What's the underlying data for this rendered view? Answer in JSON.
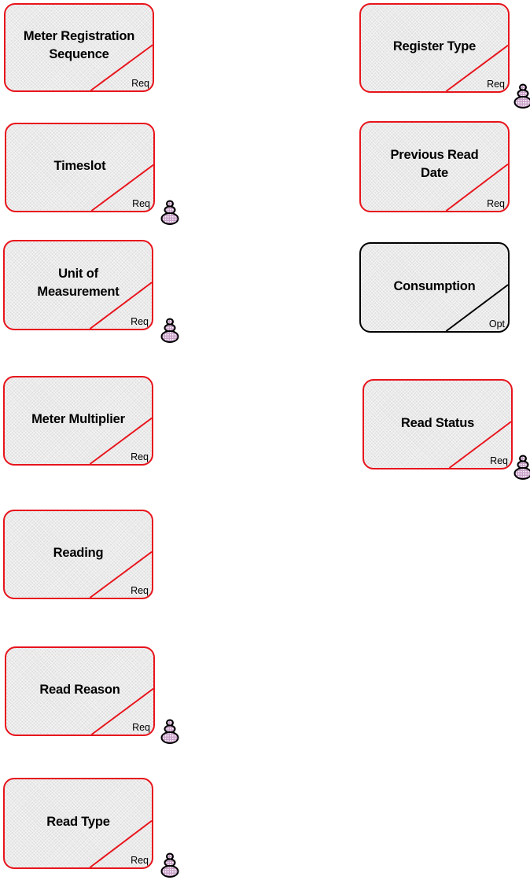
{
  "entities": [
    {
      "id": "meter-registration-sequence",
      "name": "Meter Registration\nSequence",
      "tag": "Req",
      "status": "required",
      "key": false
    },
    {
      "id": "timeslot",
      "name": "Timeslot",
      "tag": "Req",
      "status": "required",
      "key": true
    },
    {
      "id": "unit-of-measurement",
      "name": "Unit of\nMeasurement",
      "tag": "Req",
      "status": "required",
      "key": true
    },
    {
      "id": "meter-multiplier",
      "name": "Meter Multiplier",
      "tag": "Req",
      "status": "required",
      "key": false
    },
    {
      "id": "reading",
      "name": "Reading",
      "tag": "Req",
      "status": "required",
      "key": false
    },
    {
      "id": "read-reason",
      "name": "Read Reason",
      "tag": "Req",
      "status": "required",
      "key": true
    },
    {
      "id": "read-type",
      "name": "Read Type",
      "tag": "Req",
      "status": "required",
      "key": true
    },
    {
      "id": "register-type",
      "name": "Register Type",
      "tag": "Req",
      "status": "required",
      "key": true
    },
    {
      "id": "previous-read-date",
      "name": "Previous Read\nDate",
      "tag": "Req",
      "status": "required",
      "key": false
    },
    {
      "id": "consumption",
      "name": "Consumption",
      "tag": "Opt",
      "status": "optional",
      "key": false
    },
    {
      "id": "read-status",
      "name": "Read Status",
      "tag": "Req",
      "status": "required",
      "key": true
    }
  ],
  "colors": {
    "required_border": "#e8141c",
    "optional_border": "#000000",
    "fill": "#ebebeb",
    "icon_fill": "#c8a0c8",
    "icon_outline": "#000000"
  },
  "icons": {
    "key": "stacked-key-icon"
  }
}
